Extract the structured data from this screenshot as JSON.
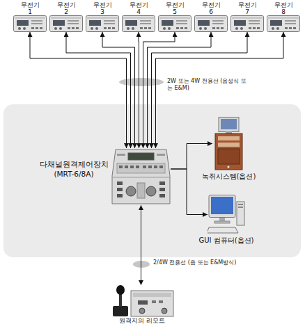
{
  "diagram": {
    "nodes": [
      {
        "text": [
          "무전기 1"
        ]
      },
      {
        "text": [
          "무전기 2"
        ]
      },
      {
        "text": [
          "무전기 3"
        ]
      },
      {
        "text": [
          "무전기 4"
        ]
      },
      {
        "text": [
          "무전기 5"
        ]
      },
      {
        "text": [
          "무전기 6"
        ]
      },
      {
        "text": [
          "무전기 7"
        ]
      },
      {
        "text": [
          "무전기 8"
        ]
      },
      {
        "text": [
          "다채널원격제어장치 (MRT-6/8A)"
        ]
      },
      {
        "text": [
          "녹취시스템(옵션)"
        ]
      },
      {
        "text": [
          "GUI 컴퓨터(옵션)"
        ]
      },
      {
        "text": [
          "원격지의 리모트"
        ]
      }
    ],
    "edges": [
      {
        "from": 0,
        "to": 8,
        "arrow": "both"
      },
      {
        "from": 1,
        "to": 8,
        "arrow": "both"
      },
      {
        "from": 2,
        "to": 8,
        "arrow": "both"
      },
      {
        "from": 3,
        "to": 8,
        "arrow": "both"
      },
      {
        "from": 4,
        "to": 8,
        "arrow": "both"
      },
      {
        "from": 5,
        "to": 8,
        "arrow": "both"
      },
      {
        "from": 6,
        "to": 8,
        "arrow": "both"
      },
      {
        "from": 7,
        "to": 8,
        "arrow": "both"
      },
      {
        "from": 8,
        "to": 9,
        "arrow": "to"
      },
      {
        "from": 8,
        "to": 10,
        "arrow": "to"
      },
      {
        "from": 8,
        "to": 11,
        "arrow": "both"
      }
    ],
    "labels": [
      "2W 또는 4W 전용선 (음성식 또는 E&M)",
      "2/4W 전용선 (음 또는 E&M방식)"
    ]
  }
}
